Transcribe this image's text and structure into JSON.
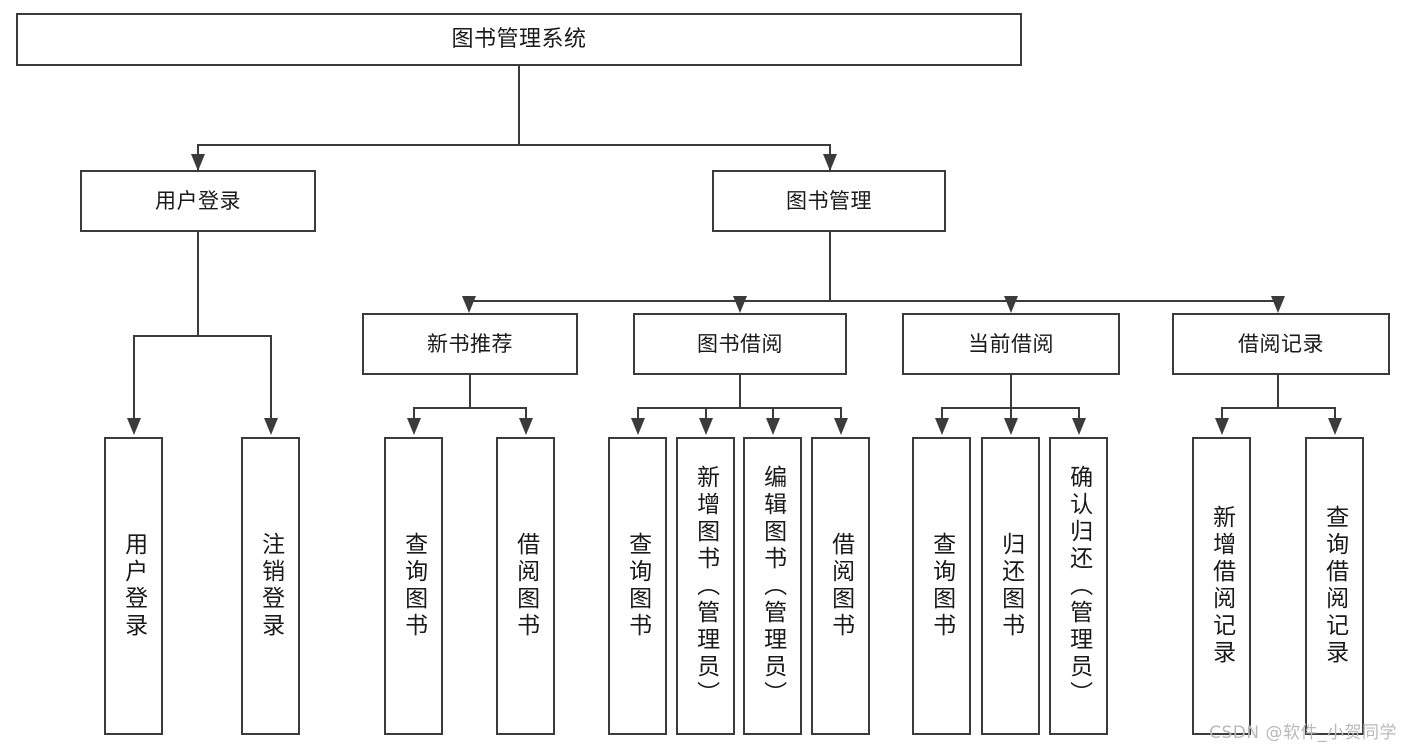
{
  "diagram": {
    "title": "图书管理系统",
    "type": "tree-hierarchy",
    "watermark": "CSDN @软件_小贺同学",
    "colors": {
      "stroke": "#3b3b3b",
      "fill": "#ffffff",
      "text": "#1a1a1a",
      "watermark": "#b9b9b9"
    },
    "nodes": {
      "root": {
        "label": "图书管理系统"
      },
      "level2": [
        {
          "id": "user-login",
          "label": "用户登录"
        },
        {
          "id": "book-manage",
          "label": "图书管理"
        }
      ],
      "level3": [
        {
          "id": "new-book-rec",
          "label": "新书推荐"
        },
        {
          "id": "book-borrow",
          "label": "图书借阅"
        },
        {
          "id": "current-borrow",
          "label": "当前借阅"
        },
        {
          "id": "borrow-record",
          "label": "借阅记录"
        }
      ],
      "leaves": {
        "user-login": [
          {
            "id": "leaf-user-login",
            "label": "用户登录"
          },
          {
            "id": "leaf-logout",
            "label": "注销登录"
          }
        ],
        "new-book-rec": [
          {
            "id": "leaf-query-book-1",
            "label": "查询图书"
          },
          {
            "id": "leaf-borrow-book-1",
            "label": "借阅图书"
          }
        ],
        "book-borrow": [
          {
            "id": "leaf-query-book-2",
            "label": "查询图书"
          },
          {
            "id": "leaf-add-book",
            "label": "新增图书（管理员）"
          },
          {
            "id": "leaf-edit-book",
            "label": "编辑图书（管理员）"
          },
          {
            "id": "leaf-borrow-book-2",
            "label": "借阅图书"
          }
        ],
        "current-borrow": [
          {
            "id": "leaf-query-book-3",
            "label": "查询图书"
          },
          {
            "id": "leaf-return-book",
            "label": "归还图书"
          },
          {
            "id": "leaf-confirm-return",
            "label": "确认归还（管理员）"
          }
        ],
        "borrow-record": [
          {
            "id": "leaf-add-record",
            "label": "新增借阅记录"
          },
          {
            "id": "leaf-query-record",
            "label": "查询借阅记录"
          }
        ]
      }
    }
  }
}
